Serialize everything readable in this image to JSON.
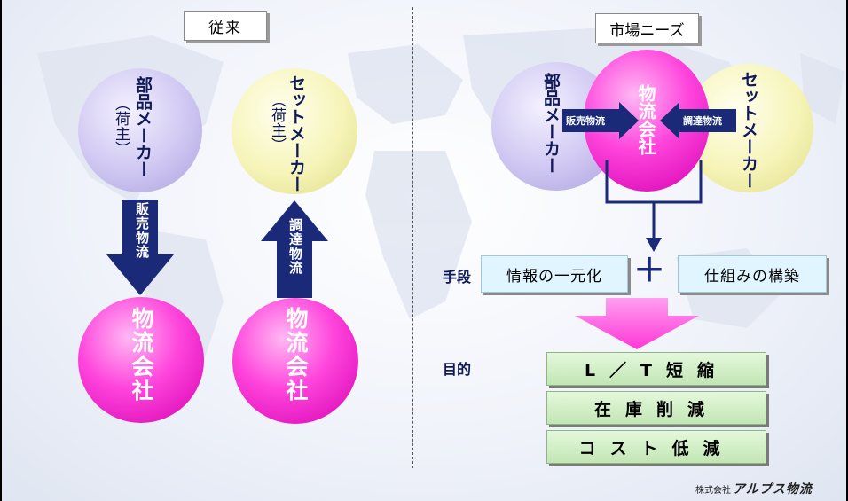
{
  "left": {
    "header": "従来",
    "parts_maker": {
      "name": "部品メーカー",
      "sub": "（荷主）"
    },
    "set_maker": {
      "name": "セットメーカー",
      "sub": "（荷主）"
    },
    "down_arrow_label": "販売物流",
    "up_arrow_label": "調達物流",
    "logistics_left": "物流会社",
    "logistics_right": "物流会社"
  },
  "right": {
    "header": "市場ニーズ",
    "parts_maker": "部品メーカー",
    "logistics": "物流会社",
    "set_maker": "セットメーカー",
    "sales_arrow": "販売物流",
    "procure_arrow": "調達物流",
    "means_label": "手段",
    "means": [
      "情報の一元化",
      "仕組みの構築"
    ],
    "plus_symbol": "＋",
    "purpose_label": "目的",
    "goals": [
      "L／T短縮",
      "在庫削減",
      "コスト低減"
    ]
  },
  "logo": {
    "prefix": "株式会社",
    "mark": "アルプス物流"
  },
  "colors": {
    "navy": "#101a5a",
    "pink": "#ff44dc",
    "blue_arrow": "#1a2a78"
  }
}
